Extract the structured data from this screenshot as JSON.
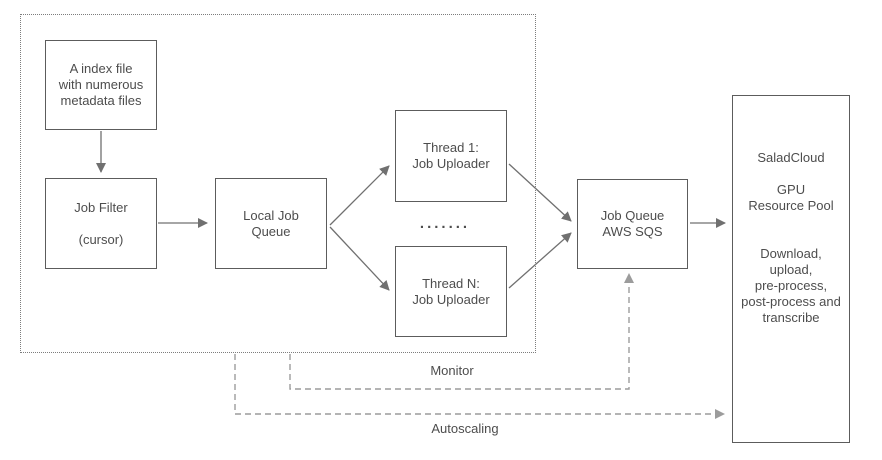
{
  "diagram": {
    "colors": {
      "text": "#4d4d4d",
      "border": "#5c5c5c",
      "arrow": "#707070",
      "dashed": "#9c9c9c",
      "dotted": "#7d7d7d"
    },
    "nodes": [
      {
        "id": "index-file",
        "lines": [
          "A index file",
          "with numerous",
          "metadata files"
        ]
      },
      {
        "id": "job-filter",
        "lines": [
          "Job Filter",
          "",
          "(cursor)"
        ]
      },
      {
        "id": "local-job-queue",
        "lines": [
          "Local Job",
          "Queue"
        ]
      },
      {
        "id": "thread-1",
        "lines": [
          "Thread 1:",
          "Job Uploader"
        ]
      },
      {
        "id": "thread-n",
        "lines": [
          "Thread N:",
          "Job Uploader"
        ]
      },
      {
        "id": "job-queue-aws-sqs",
        "lines": [
          "Job Queue",
          "AWS SQS"
        ]
      },
      {
        "id": "saladcloud-gpu-pool",
        "lines": [
          "SaladCloud",
          "",
          "GPU",
          "Resource Pool",
          "",
          "",
          "Download,",
          "upload,",
          "pre-process,",
          "post-process and",
          "transcribe"
        ]
      }
    ],
    "ellipsis": ".......",
    "edge_labels": {
      "monitor": "Monitor",
      "autoscaling": "Autoscaling"
    }
  }
}
